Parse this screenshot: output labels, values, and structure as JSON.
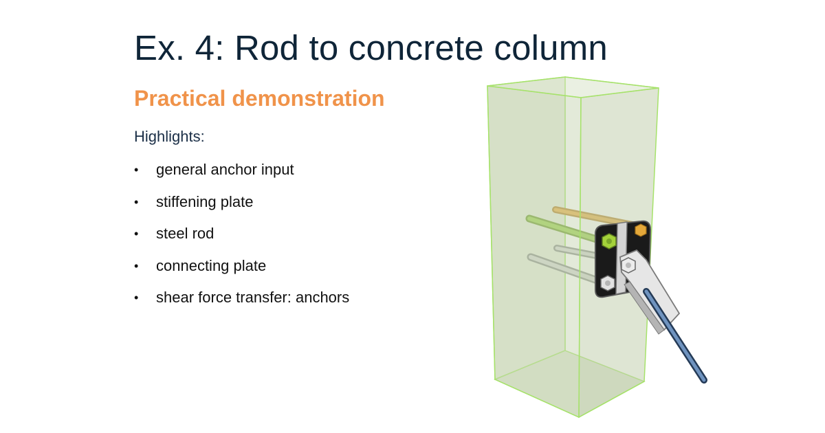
{
  "slide": {
    "title": "Ex. 4: Rod to concrete column",
    "subtitle": "Practical demonstration",
    "highlights_label": "Highlights:",
    "bullets": [
      "general anchor input",
      "stiffening plate",
      "steel rod",
      "connecting plate",
      "shear force transfer: anchors"
    ],
    "bullet_glyph": "•"
  },
  "colors": {
    "title": "#0f2538",
    "subtitle": "#f0934a",
    "column_fill": "#c8d6b4",
    "column_edge": "#a6e26a",
    "anchor_green": "#8cc63f",
    "anchor_orange": "#e0a030",
    "anchor_grey": "#c0c4c0",
    "rod_blue": "#5b7ea8"
  },
  "illustration": {
    "icon": "concrete-column-connection-illustration"
  }
}
